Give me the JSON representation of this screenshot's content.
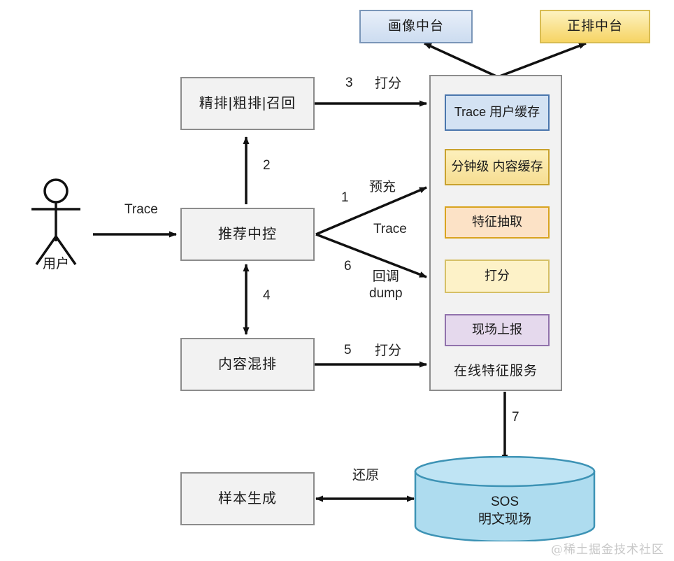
{
  "diagram": {
    "watermark": "@稀土掘金技术社区",
    "actor": {
      "label": "用户",
      "icon": "user-stick-figure-icon"
    },
    "platforms": [
      {
        "id": "profile-platform",
        "label": "画像中台",
        "color": "#ccdcf0"
      },
      {
        "id": "forward-index-platform",
        "label": "正排中台",
        "color": "#f6d464"
      }
    ],
    "processes": [
      {
        "id": "ranking",
        "label": "精排|粗排|召回"
      },
      {
        "id": "recommend-control",
        "label": "推荐中控"
      },
      {
        "id": "content-mixing",
        "label": "内容混排"
      },
      {
        "id": "sample-generation",
        "label": "样本生成"
      }
    ],
    "service_panel": {
      "caption": "在线特征服务",
      "items": [
        {
          "id": "trace-user-cache",
          "label": "Trace\n用户缓存",
          "color": "#d3e2f3"
        },
        {
          "id": "minute-content-cache",
          "label": "分钟级\n内容缓存",
          "color": "#f6dd91"
        },
        {
          "id": "feature-extraction",
          "label": "特征抽取",
          "color": "#fce2c6"
        },
        {
          "id": "scoring",
          "label": "打分",
          "color": "#fdf2c8"
        },
        {
          "id": "onsite-report",
          "label": "现场上报",
          "color": "#e5d9ed"
        }
      ]
    },
    "datastore": {
      "id": "sos-store",
      "line1": "SOS",
      "line2": "明文现场",
      "color": "#aedcef",
      "border": "#3d93b5"
    },
    "edges": [
      {
        "id": "user-to-control",
        "number": "",
        "label": "Trace"
      },
      {
        "id": "control-to-service-prefill",
        "number": "1",
        "label": "预充"
      },
      {
        "id": "control-to-service-trace",
        "number": "",
        "label": "Trace"
      },
      {
        "id": "ranking-to-control",
        "number": "2",
        "label": ""
      },
      {
        "id": "ranking-to-service",
        "number": "3",
        "label": "打分"
      },
      {
        "id": "control-to-mixing",
        "number": "4",
        "label": ""
      },
      {
        "id": "mixing-to-service",
        "number": "5",
        "label": "打分"
      },
      {
        "id": "control-to-service-callback",
        "number": "6",
        "label": "回调\ndump"
      },
      {
        "id": "service-to-store",
        "number": "7",
        "label": ""
      },
      {
        "id": "sample-to-store",
        "number": "",
        "label": "还原"
      }
    ]
  }
}
